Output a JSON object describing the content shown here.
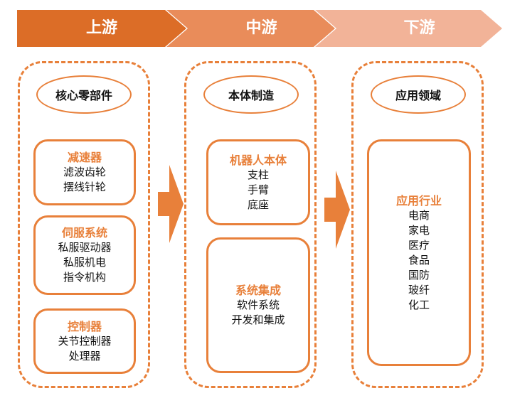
{
  "stages": [
    {
      "label": "上游",
      "color": "#dc6d27"
    },
    {
      "label": "中游",
      "color": "#e98c5a"
    },
    {
      "label": "下游",
      "color": "#f2b398"
    }
  ],
  "columns": [
    {
      "title": "核心零部件",
      "items": [
        {
          "heading": "减速器",
          "lines": [
            "滤波齿轮",
            "摆线针轮"
          ]
        },
        {
          "heading": "伺服系统",
          "lines": [
            "私服驱动器",
            "私服机电",
            "指令机构"
          ]
        },
        {
          "heading": "控制器",
          "lines": [
            "关节控制器",
            "处理器"
          ]
        }
      ]
    },
    {
      "title": "本体制造",
      "items": [
        {
          "heading": "机器人本体",
          "lines": [
            "支柱",
            "手臂",
            "底座"
          ]
        },
        {
          "heading": "系统集成",
          "lines": [
            "软件系统",
            "开发和集成"
          ]
        }
      ]
    },
    {
      "title": "应用领域",
      "items": [
        {
          "heading": "应用行业",
          "lines": [
            "电商",
            "家电",
            "医疗",
            "食品",
            "国防",
            "玻纤",
            "化工"
          ]
        }
      ]
    }
  ],
  "accent_color": "#e8803a"
}
